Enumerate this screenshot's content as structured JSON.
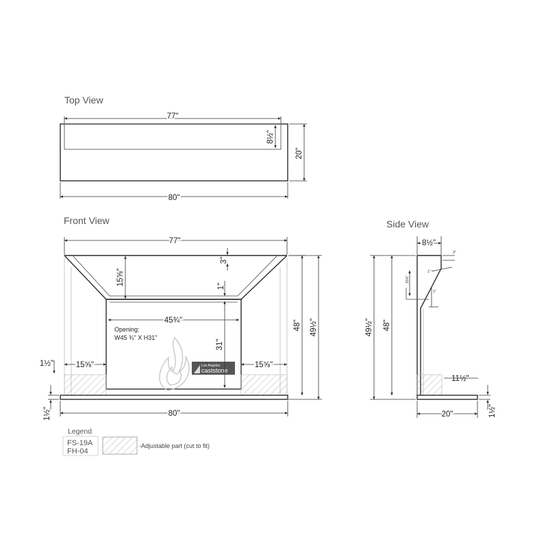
{
  "views": {
    "top": {
      "title": "Top View",
      "dims": {
        "top_width": "77\"",
        "depth_ledge": "8½\"",
        "depth": "20\"",
        "bottom_width": "80\""
      }
    },
    "front": {
      "title": "Front View",
      "dims": {
        "top_width": "77\"",
        "top_band": "3\"",
        "hood_height": "15⅝\"",
        "inner_gap": "1\"",
        "opening_width": "45¾\"",
        "opening_height": "31\"",
        "height": "48\"",
        "overall_height": "49½\"",
        "plinth": "1½\"",
        "left_leg": "15⅝\"",
        "right_leg": "15⅝\"",
        "hearth": "1½\"",
        "bottom_width": "80\""
      },
      "opening_label": "Opening:",
      "opening_size": "W45 ¾\" X H31\""
    },
    "side": {
      "title": "Side View",
      "dims": {
        "top_depth": "8½\"",
        "small_a": "3\"",
        "small_b": "15⅝\"",
        "small_c": "1\"",
        "small_d": "1\"",
        "overall_height": "49½\"",
        "height": "48\"",
        "toe": "11½\"",
        "depth": "20\"",
        "hearth": "1½\""
      }
    }
  },
  "logo": {
    "line1": "Los Angeles",
    "line2": "caststone"
  },
  "legend": {
    "title": "Legend",
    "codes": [
      "FS-19A",
      "FH-04"
    ],
    "hatch_label": "-Adjustable part (cut to fit)"
  }
}
